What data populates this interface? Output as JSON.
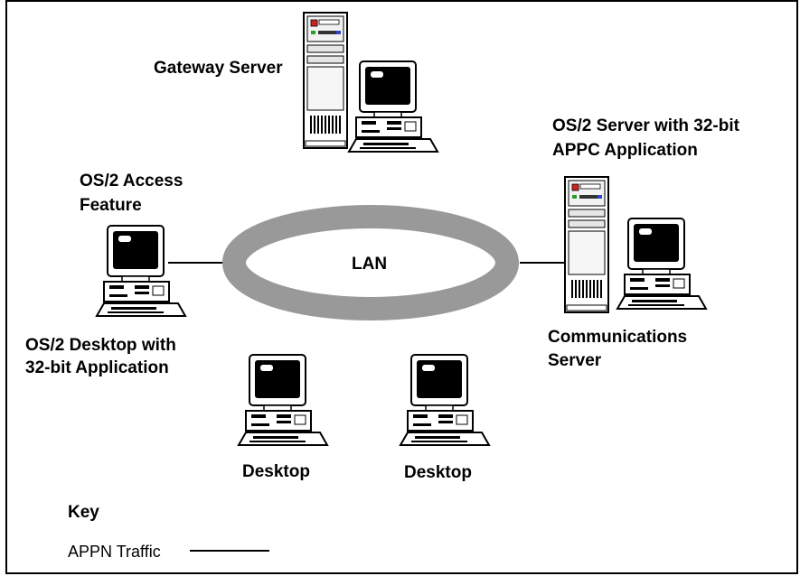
{
  "labels": {
    "gateway_server": "Gateway Server",
    "os2_server_line1": "OS/2 Server with 32-bit",
    "os2_server_line2": "APPC Application",
    "access_feature_line1": "OS/2 Access",
    "access_feature_line2": "Feature",
    "lan": "LAN",
    "desktop_app_line1": "OS/2 Desktop with",
    "desktop_app_line2": "32-bit Application",
    "comm_server_line1": "Communications",
    "comm_server_line2": "Server",
    "desktop_1": "Desktop",
    "desktop_2": "Desktop"
  },
  "key": {
    "title": "Key",
    "appn_traffic": "APPN Traffic"
  }
}
